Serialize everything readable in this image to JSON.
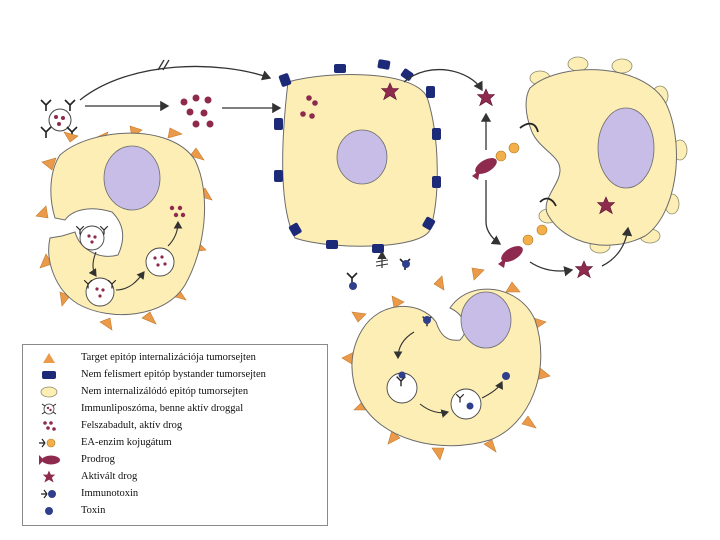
{
  "legend": {
    "items": [
      {
        "icon": "orange-triangle-icon",
        "label": "Target epitóp internalizációja tumorsejten"
      },
      {
        "icon": "navy-rectangle-icon",
        "label": "Nem felismert epitóp bystander tumorsejten"
      },
      {
        "icon": "yellow-blob-icon",
        "label": "Nem internalizálódó epitóp tumorsejten"
      },
      {
        "icon": "immunoliposome-icon",
        "label": "Immunliposzóma, benne aktív droggal"
      },
      {
        "icon": "released-drug-icon",
        "label": "Felszabadult, aktív drog"
      },
      {
        "icon": "ea-enzyme-conjugate-icon",
        "label": "EA-enzim kojugátum"
      },
      {
        "icon": "prodrug-icon",
        "label": "Prodrog"
      },
      {
        "icon": "activated-drug-star-icon",
        "label": "Aktivált drog"
      },
      {
        "icon": "immunotoxin-icon",
        "label": "Immunotoxin"
      },
      {
        "icon": "toxin-icon",
        "label": "Toxin"
      }
    ]
  },
  "colors": {
    "cell_fill": "#fdeeb5",
    "cell_stroke": "#6b6b6b",
    "nucleus": "#c7bde6",
    "triangle": "#eb9a4a",
    "navy": "#1d2a78",
    "drug": "#8e2a4e",
    "enzyme": "#f3b04a"
  }
}
